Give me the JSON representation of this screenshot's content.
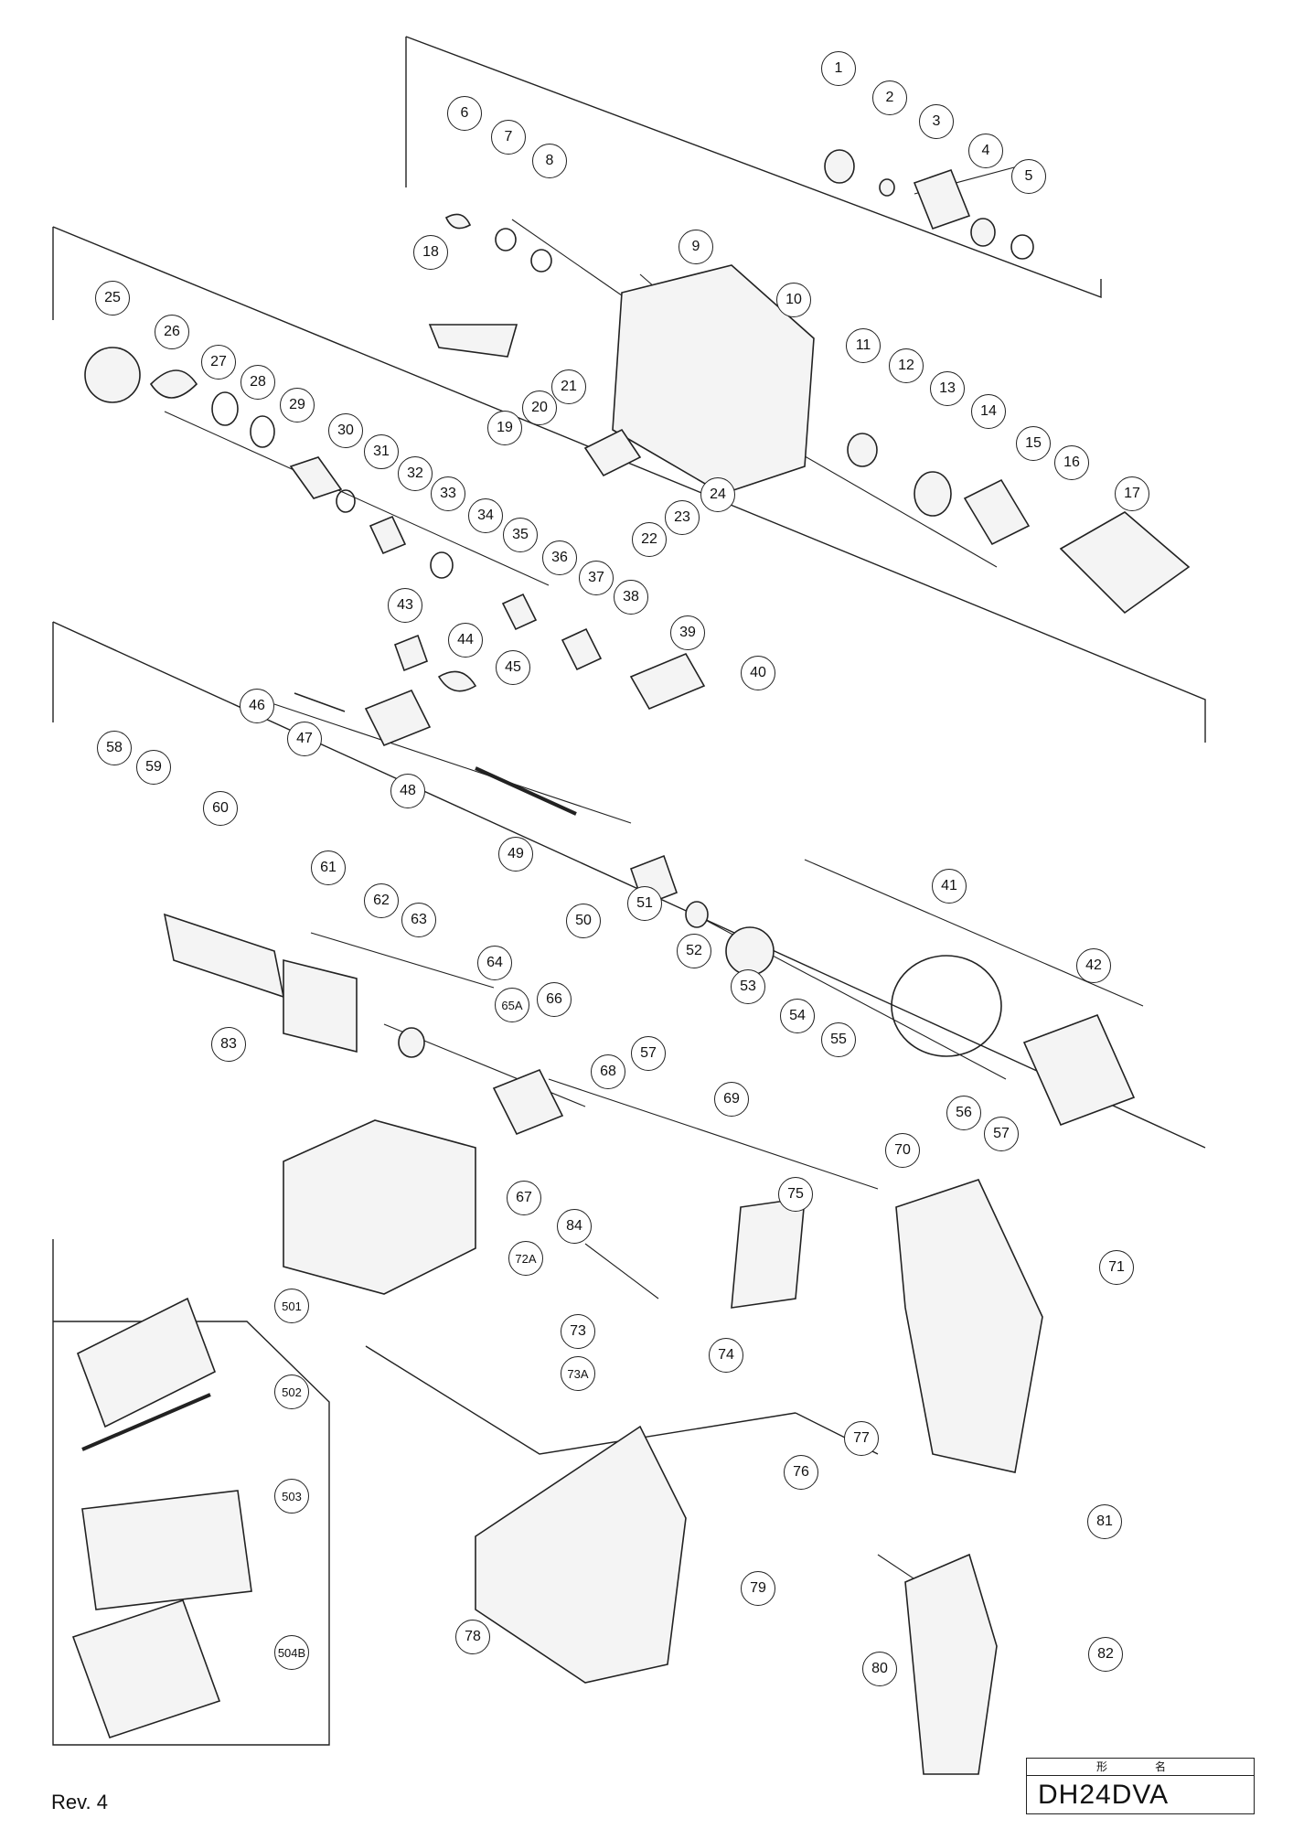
{
  "document": {
    "revision": "Rev. 4",
    "model_header": "形　名",
    "model": "DH24DVA"
  },
  "parts": [
    "1",
    "2",
    "3",
    "4",
    "5",
    "6",
    "7",
    "8",
    "9",
    "10",
    "11",
    "12",
    "13",
    "14",
    "15",
    "16",
    "17",
    "18",
    "19",
    "20",
    "21",
    "22",
    "23",
    "24",
    "25",
    "26",
    "27",
    "28",
    "29",
    "30",
    "31",
    "32",
    "33",
    "34",
    "35",
    "36",
    "37",
    "38",
    "39",
    "40",
    "41",
    "42",
    "43",
    "44",
    "45",
    "46",
    "47",
    "48",
    "49",
    "50",
    "51",
    "52",
    "53",
    "54",
    "55",
    "56",
    "57",
    "57b",
    "58",
    "59",
    "60",
    "61",
    "62",
    "63",
    "64",
    "65A",
    "66",
    "67",
    "68",
    "69",
    "70",
    "71",
    "72A",
    "73",
    "73A",
    "74",
    "75",
    "76",
    "77",
    "78",
    "79",
    "80",
    "81",
    "82",
    "83",
    "84",
    "501",
    "502",
    "503",
    "504B"
  ],
  "part_labels": {
    "1": "1",
    "2": "2",
    "3": "3",
    "4": "4",
    "5": "5",
    "6": "6",
    "7": "7",
    "8": "8",
    "9": "9",
    "10": "10",
    "11": "11",
    "12": "12",
    "13": "13",
    "14": "14",
    "15": "15",
    "16": "16",
    "17": "17",
    "18": "18",
    "19": "19",
    "20": "20",
    "21": "21",
    "22": "22",
    "23": "23",
    "24": "24",
    "25": "25",
    "26": "26",
    "27": "27",
    "28": "28",
    "29": "29",
    "30": "30",
    "31": "31",
    "32": "32",
    "33": "33",
    "34": "34",
    "35": "35",
    "36": "36",
    "37": "37",
    "38": "38",
    "39": "39",
    "40": "40",
    "41": "41",
    "42": "42",
    "43": "43",
    "44": "44",
    "45": "45",
    "46": "46",
    "47": "47",
    "48": "48",
    "49": "49",
    "50": "50",
    "51": "51",
    "52": "52",
    "53": "53",
    "54": "54",
    "55": "55",
    "56": "56",
    "57": "57",
    "57b": "57",
    "58": "58",
    "59": "59",
    "60": "60",
    "61": "61",
    "62": "62",
    "63": "63",
    "64": "64",
    "65A": "65A",
    "66": "66",
    "67": "67",
    "68": "68",
    "69": "69",
    "70": "70",
    "71": "71",
    "72A": "72A",
    "73": "73",
    "73A": "73A",
    "74": "74",
    "75": "75",
    "76": "76",
    "77": "77",
    "78": "78",
    "79": "79",
    "80": "80",
    "81": "81",
    "82": "82",
    "83": "83",
    "84": "84",
    "501": "501",
    "502": "502",
    "503": "503",
    "504B": "504B"
  },
  "colors": {
    "line": "#222222",
    "fill": "#f4f4f4",
    "shade": "#cfcfcf",
    "background": "#ffffff"
  }
}
